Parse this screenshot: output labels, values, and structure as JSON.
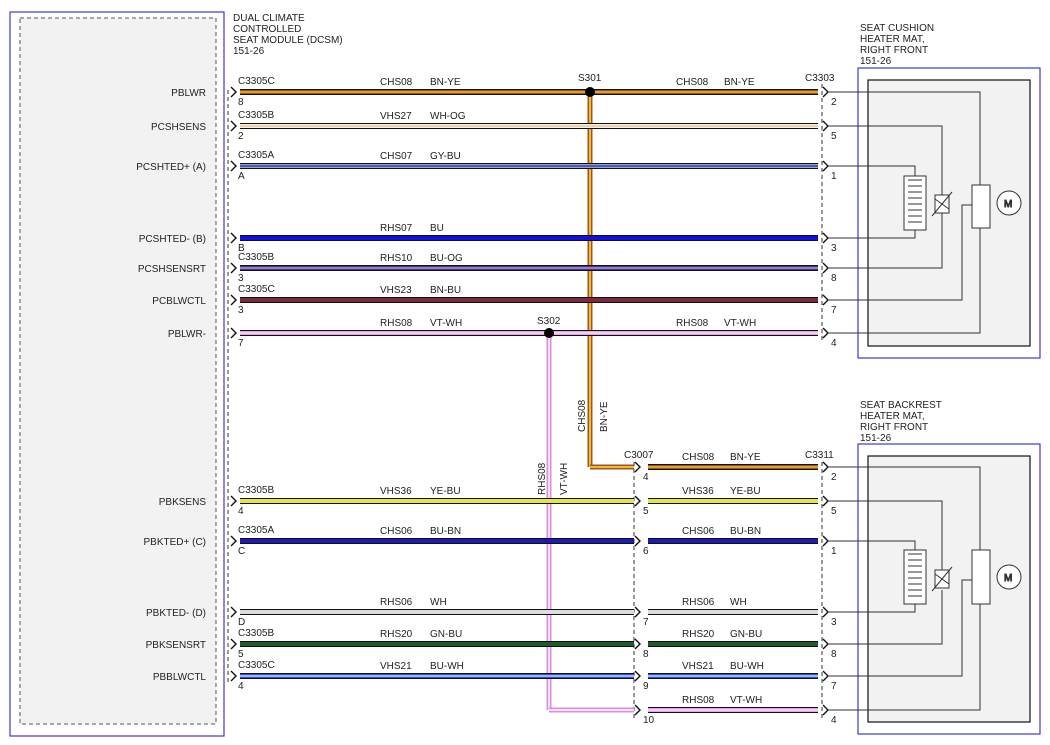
{
  "module": {
    "title": [
      "DUAL CLIMATE",
      "CONTROLLED",
      "SEAT MODULE (DCSM)",
      "151-26"
    ]
  },
  "cushion": {
    "title": [
      "SEAT CUSHION",
      "HEATER MAT,",
      "RIGHT FRONT",
      "151-26"
    ],
    "connector": "C3303"
  },
  "backrest": {
    "title": [
      "SEAT BACKREST",
      "HEATER MAT,",
      "RIGHT FRONT",
      "151-26"
    ],
    "connector": "C3311"
  },
  "splices": {
    "s301": "S301",
    "s302": "S302"
  },
  "inline_connector": "C3007",
  "vertical_labels": {
    "chs08": "CHS08",
    "bnye": "BN-YE",
    "rhs08": "RHS08",
    "vtwh": "VT-WH"
  },
  "motor_symbol": "M",
  "colors": {
    "BN-YE": {
      "a": "#a0522d",
      "b": "#f0c020"
    },
    "WH-OG": {
      "a": "#f8f2e6",
      "b": "#e8c89a"
    },
    "GY-BU": {
      "a": "#9aa5b8",
      "b": "#2d3fcf"
    },
    "BU": {
      "a": "#1010e0",
      "b": "#1010e0"
    },
    "BU-OG": {
      "a": "#2a35d8",
      "b": "#e39a50"
    },
    "BN-BU": {
      "a": "#7a2a3a",
      "b": "#7a2a3a"
    },
    "VT-WH": {
      "a": "#e6a3e6",
      "b": "#f6ddf6"
    },
    "YE-BU": {
      "a": "#e6e640",
      "b": "#e6e640"
    },
    "BU-BN": {
      "a": "#1a1ab8",
      "b": "#1a1ab8"
    },
    "WH": {
      "a": "#dcdcdc",
      "b": "#dcdcdc"
    },
    "GN-BU": {
      "a": "#1f5a2a",
      "b": "#1f5a2a"
    },
    "BU-WH": {
      "a": "#2a4fe0",
      "b": "#cfd8ff"
    }
  },
  "wires": [
    {
      "pin": "PBLWR",
      "connector": "C3305C",
      "cavity": "8",
      "circuit": "CHS08",
      "color": "BN-YE",
      "end_pin": "2",
      "right_circuit": "CHS08",
      "right_color": "BN-YE"
    },
    {
      "pin": "PCSHSENS",
      "connector": "C3305B",
      "cavity": "2",
      "circuit": "VHS27",
      "color": "WH-OG",
      "end_pin": "5"
    },
    {
      "pin": "PCSHTED+ (A)",
      "connector": "C3305A",
      "cavity": "A",
      "circuit": "CHS07",
      "color": "GY-BU",
      "end_pin": "1"
    },
    {
      "pin": "PCSHTED- (B)",
      "connector": "",
      "cavity": "B",
      "circuit": "RHS07",
      "color": "BU",
      "end_pin": "3"
    },
    {
      "pin": "PCSHSENSRT",
      "connector": "C3305B",
      "cavity": "3",
      "circuit": "RHS10",
      "color": "BU-OG",
      "end_pin": "8"
    },
    {
      "pin": "PCBLWCTL",
      "connector": "C3305C",
      "cavity": "3",
      "circuit": "VHS23",
      "color": "BN-BU",
      "end_pin": "7"
    },
    {
      "pin": "PBLWR-",
      "connector": "",
      "cavity": "7",
      "circuit": "RHS08",
      "color": "VT-WH",
      "end_pin": "4",
      "right_circuit": "RHS08",
      "right_color": "VT-WH"
    },
    {
      "pin": "PBKSENS",
      "connector": "C3305B",
      "cavity": "4",
      "circuit": "VHS36",
      "color": "YE-BU",
      "mid_pin": "5",
      "end_pin": "5",
      "right_circuit": "VHS36",
      "right_color": "YE-BU"
    },
    {
      "pin": "PBKTED+ (C)",
      "connector": "C3305A",
      "cavity": "C",
      "circuit": "CHS06",
      "color": "BU-BN",
      "mid_pin": "6",
      "end_pin": "1",
      "right_circuit": "CHS06",
      "right_color": "BU-BN"
    },
    {
      "pin": "PBKTED- (D)",
      "connector": "",
      "cavity": "D",
      "circuit": "RHS06",
      "color": "WH",
      "mid_pin": "7",
      "end_pin": "3",
      "right_circuit": "RHS06",
      "right_color": "WH"
    },
    {
      "pin": "PBKSENSRT",
      "connector": "C3305B",
      "cavity": "5",
      "circuit": "RHS20",
      "color": "GN-BU",
      "mid_pin": "8",
      "end_pin": "8",
      "right_circuit": "RHS20",
      "right_color": "GN-BU"
    },
    {
      "pin": "PBBLWCTL",
      "connector": "C3305C",
      "cavity": "4",
      "circuit": "VHS21",
      "color": "BU-WH",
      "mid_pin": "9",
      "end_pin": "7",
      "right_circuit": "VHS21",
      "right_color": "BU-WH"
    }
  ],
  "backrest_feeds": [
    {
      "mid_pin": "4",
      "end_pin": "2",
      "circuit": "CHS08",
      "color": "BN-YE"
    },
    {
      "mid_pin": "10",
      "end_pin": "4",
      "circuit": "RHS08",
      "color": "VT-WH"
    }
  ]
}
